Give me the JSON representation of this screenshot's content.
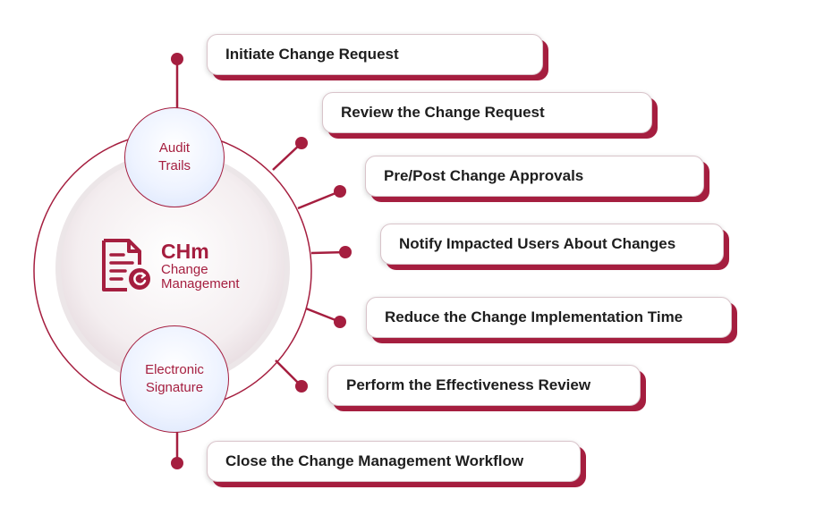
{
  "colors": {
    "accent": "#a51e3f",
    "text": "#1e1e1e",
    "bubble": "#eef3ff"
  },
  "hub": {
    "logo": {
      "icon": "document-refresh-icon",
      "abbr": "CHm",
      "line1": "Change",
      "line2": "Management"
    },
    "audit": {
      "line1": "Audit",
      "line2": "Trails"
    },
    "signature": {
      "line1": "Electronic",
      "line2": "Signature"
    }
  },
  "steps": [
    "Initiate Change Request",
    "Review the Change Request",
    "Pre/Post Change Approvals",
    "Notify Impacted Users About Changes",
    "Reduce the Change Implementation Time",
    "Perform the Effectiveness Review",
    "Close the Change Management Workflow"
  ]
}
